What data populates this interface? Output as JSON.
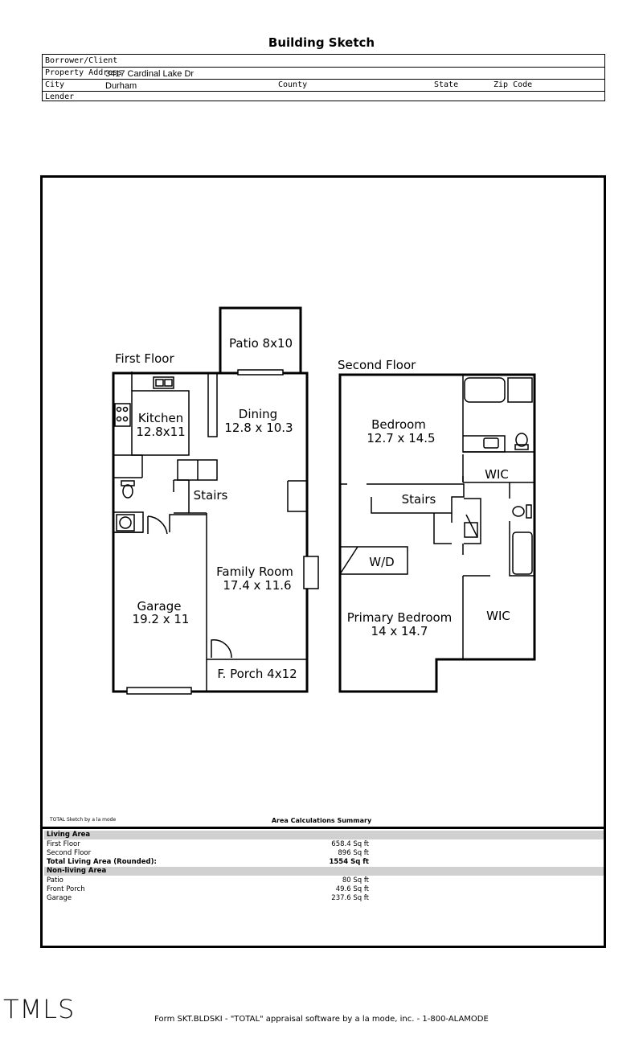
{
  "header": {
    "title": "Building Sketch",
    "borrower_label": "Borrower/Client",
    "property_label": "Property Address",
    "property_value": "3417 Cardinal Lake Dr",
    "city_label": "City",
    "city_value": "Durham",
    "county_label": "County",
    "state_label": "State",
    "zip_label": "Zip Code",
    "lender_label": "Lender"
  },
  "plan": {
    "first_floor_label": "First Floor",
    "second_floor_label": "Second Floor",
    "rooms": {
      "patio": "Patio 8x10",
      "kitchen_name": "Kitchen",
      "kitchen_dim": "12.8x11",
      "dining_name": "Dining",
      "dining_dim": "12.8 x 10.3",
      "stairs1": "Stairs",
      "family_name": "Family Room",
      "family_dim": "17.4 x 11.6",
      "garage_name": "Garage",
      "garage_dim": "19.2 x 11",
      "porch": "F. Porch 4x12",
      "bedroom_name": "Bedroom",
      "bedroom_dim": "12.7 x 14.5",
      "wic1": "WIC",
      "stairs2": "Stairs",
      "wd": "W/D",
      "primary_name": "Primary Bedroom",
      "primary_dim": "14 x 14.7",
      "wic2": "WIC"
    }
  },
  "summary": {
    "credit": "TOTAL Sketch by a la mode",
    "title": "Area Calculations Summary",
    "living_header": "Living Area",
    "first_floor_label": "First Floor",
    "first_floor_value": "658.4 Sq ft",
    "second_floor_label": "Second Floor",
    "second_floor_value": "896 Sq ft",
    "total_label": "Total Living Area (Rounded):",
    "total_value": "1554 Sq ft",
    "nonliving_header": "Non-living Area",
    "patio_label": "Patio",
    "patio_value": "80 Sq ft",
    "porch_label": "Front Porch",
    "porch_value": "49.6 Sq ft",
    "garage_label": "Garage",
    "garage_value": "237.6 Sq ft"
  },
  "footer": {
    "form_text": "Form SKT.BLDSKI - \"TOTAL\" appraisal software by a la mode, inc. - 1-800-ALAMODE",
    "logo": "TMLS"
  }
}
